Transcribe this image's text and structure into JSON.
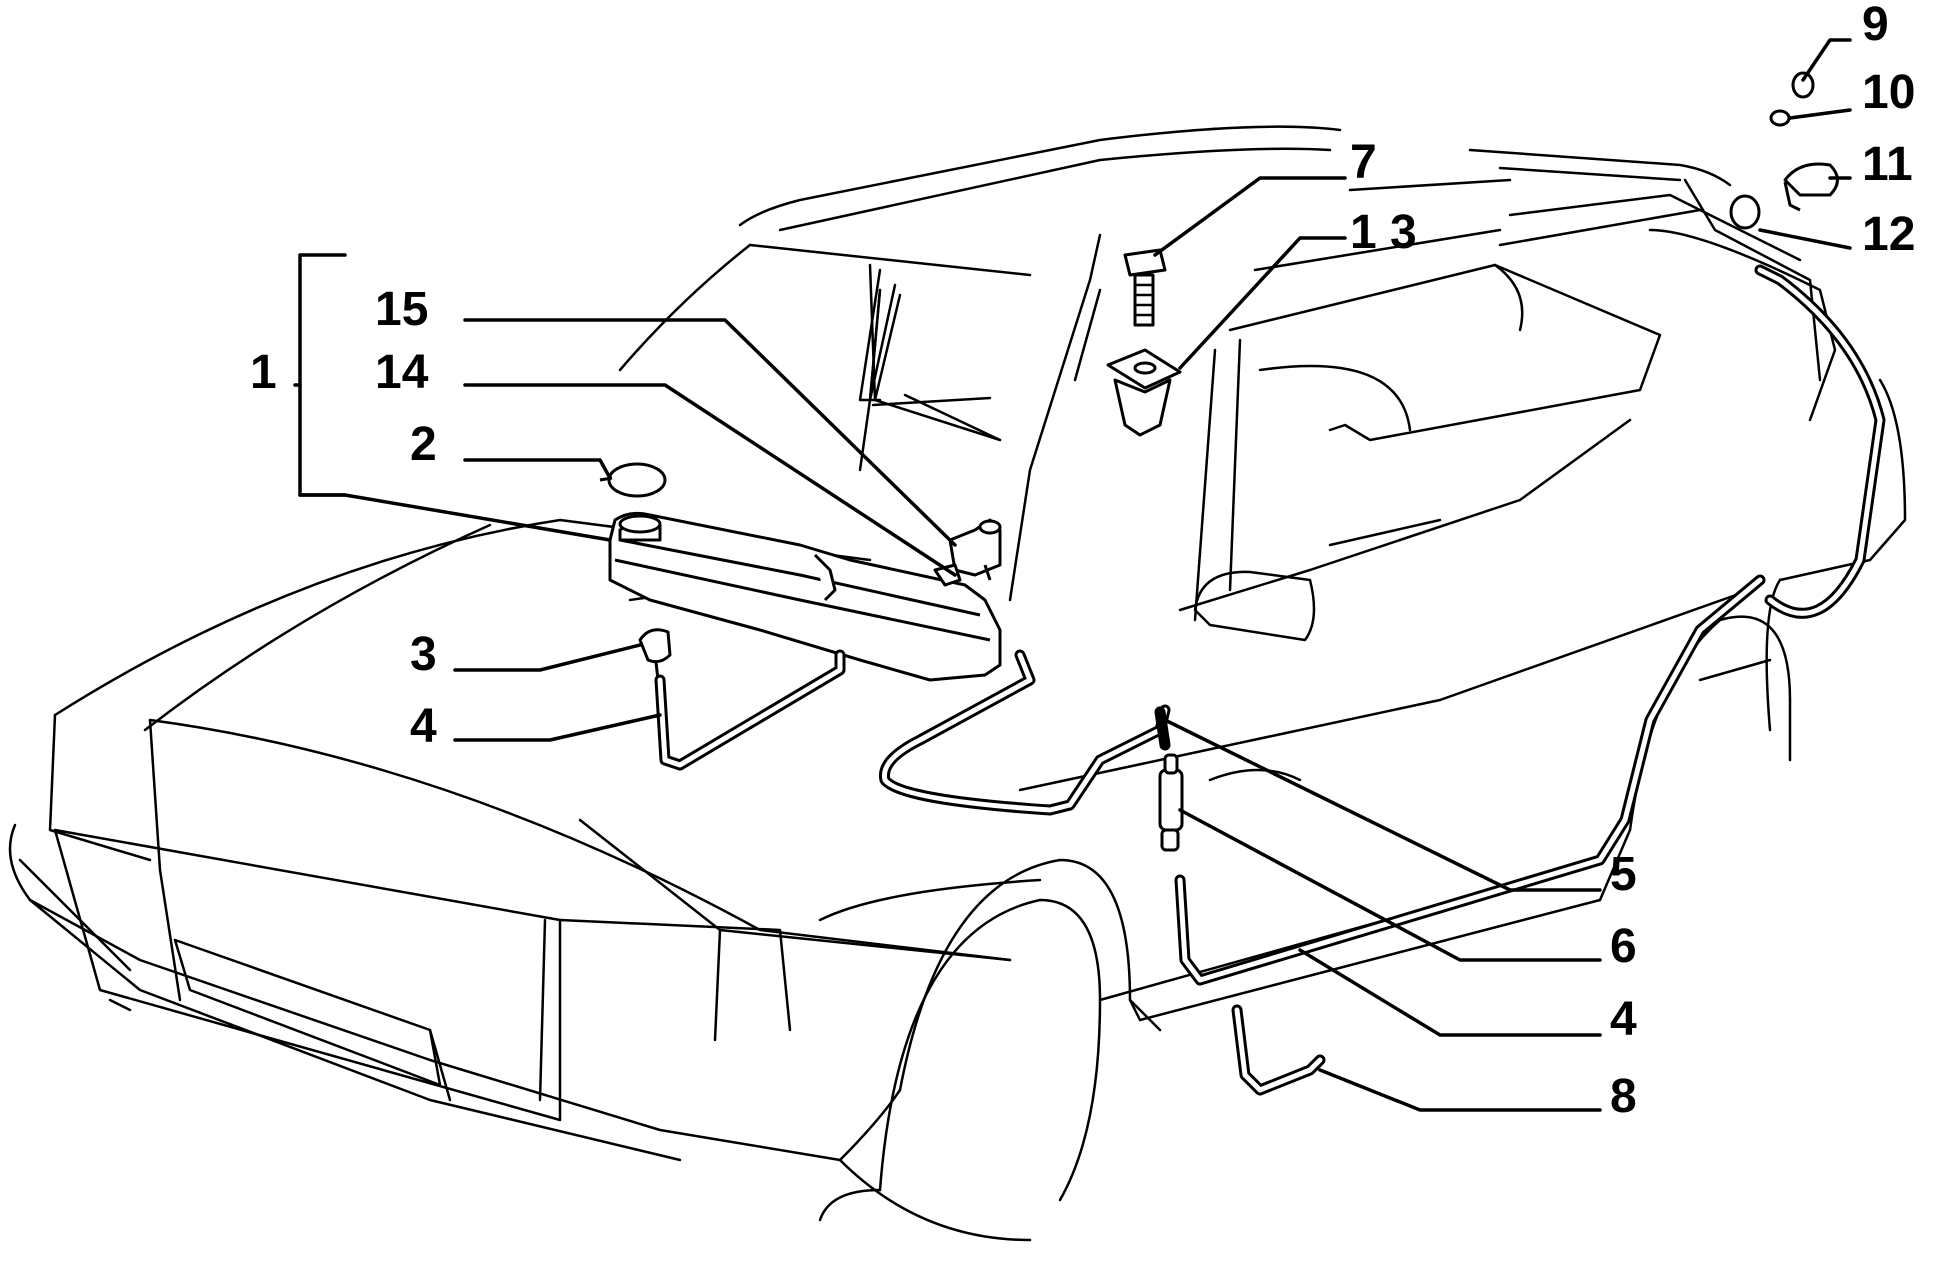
{
  "callouts": {
    "c1": "1",
    "c2": "2",
    "c3": "3",
    "c4a": "4",
    "c4b": "4",
    "c5": "5",
    "c6": "6",
    "c7": "7",
    "c8": "8",
    "c9": "9",
    "c10": "10",
    "c11": "11",
    "c12": "12",
    "c13": "1 3",
    "c14": "14",
    "c15": "15"
  }
}
